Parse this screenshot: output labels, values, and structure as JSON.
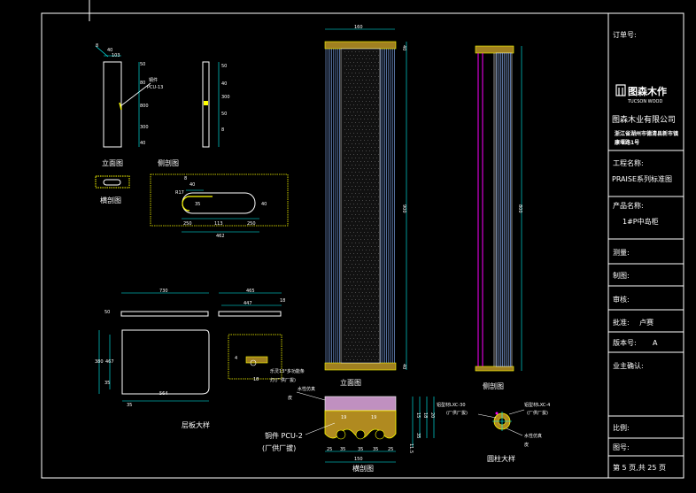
{
  "title_block": {
    "order_no": "订单号:",
    "logo_cn": "图森木作",
    "logo_en": "TUCSON WOOD",
    "company": "图森木业有限公司",
    "address_line1": "浙江省湖州市德清县新市镇",
    "address_line2": "康堰路1号",
    "project_label": "工程名称:",
    "project_value": "PRAISE系列标准图",
    "product_label": "产品名称:",
    "product_value": "1#P中岛柜",
    "measure": "测量:",
    "draw": "制图:",
    "review": "审核:",
    "approve_label": "批准:",
    "approve_value": "卢赛",
    "version_label": "版本号:",
    "version_value": "A",
    "owner_confirm": "业主确认:",
    "scale": "比例:",
    "drawing_no": "图号:",
    "page": "第 5 页,共 25 页"
  },
  "labels": {
    "elevation_small": "立面图",
    "side_small": "侧剖图",
    "section_small": "横剖图",
    "handle_name": "铜件",
    "handle_model": "PCU-13",
    "front_elevation": "立面图",
    "side_section": "侧剖图",
    "layer_detail": "层板大样",
    "cross_section": "横剖图",
    "column_detail": "圆柱大样",
    "brass": "铜件 PCU-2",
    "factory": "(厂供厂拔)",
    "wood_veneer": "水性仿真",
    "wood_veneer2": "皮",
    "light_note": "乐灵13°多功能条",
    "light_note2": "灯(厂供厂拔)",
    "alu_left": "铝型材LXC-30",
    "alu_left2": "(厂供厂拔)",
    "alu_right": "铝型材LXC-4",
    "alu_right2": "(厂供厂拔)",
    "veneer_right": "水性仿真",
    "veneer_right2": "皮"
  },
  "dims": {
    "d1": "40",
    "d2": "103",
    "d3": "8",
    "d4": "50",
    "d5": "80",
    "d6": "800",
    "d7": "300",
    "d8": "40",
    "d9": "50",
    "d10": "40",
    "d11": "300",
    "d12": "50",
    "d13": "8",
    "d14": "40",
    "d15": "R17",
    "d16": "35",
    "d17": "40",
    "d18": "250",
    "d19": "113",
    "d20": "250",
    "d21": "462",
    "d22": "160",
    "d23": "40",
    "d24": "900",
    "d25": "40",
    "d26": "800",
    "d27": "730",
    "d28": "465",
    "d29": "447",
    "d30": "18",
    "d31": "50",
    "d32": "380",
    "d33": "467",
    "d34": "35",
    "d35": "564",
    "d36": "35",
    "d37": "4",
    "d38": "19",
    "d39": "19",
    "d40": "25",
    "d41": "35",
    "d42": "35",
    "d43": "35",
    "d44": "25",
    "d45": "150",
    "d46": "15",
    "d47": "18",
    "d48": "20",
    "d49": "11.5",
    "d50": "35"
  }
}
